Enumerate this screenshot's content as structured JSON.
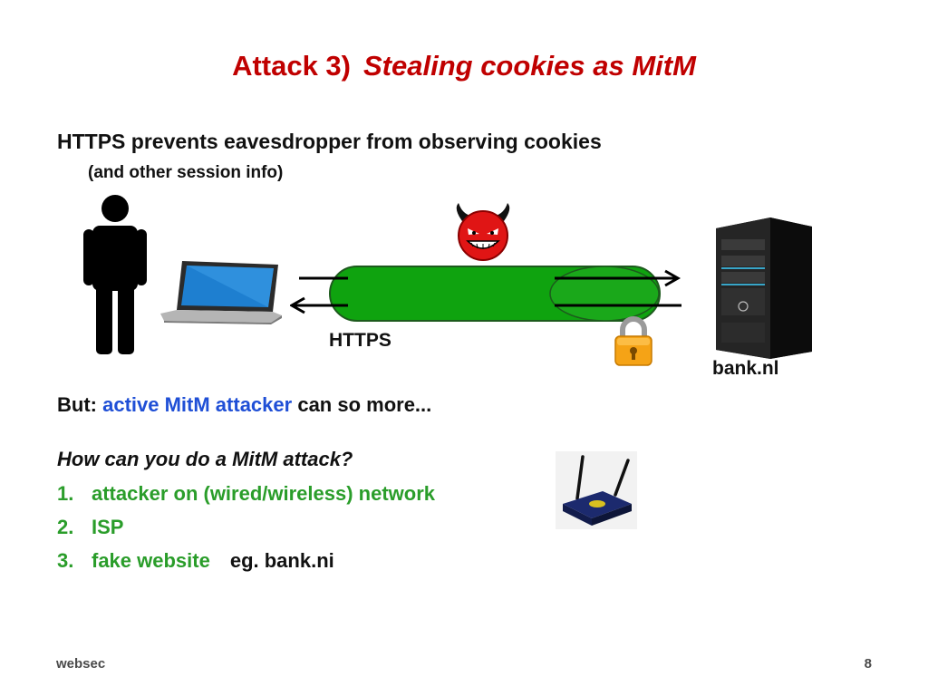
{
  "title": {
    "main": "Attack 3)",
    "sub": "Stealing cookies as MitM"
  },
  "intro": {
    "line1": "HTTPS prevents eavesdropper from observing cookies",
    "line2": "(and other session info)"
  },
  "diagram": {
    "https_label": "HTTPS",
    "server_label": "bank.nl",
    "tunnel_color": "#0fa30f",
    "icons": [
      "person-icon",
      "laptop-icon",
      "devil-icon",
      "padlock-icon",
      "server-icon"
    ]
  },
  "but_line": {
    "prefix": "But:",
    "highlight": "active MitM attacker",
    "suffix": "can so more..."
  },
  "question": "How can you do a MitM attack?",
  "steps": [
    {
      "num": "1.",
      "text": "attacker on (wired/wireless) network",
      "extra": ""
    },
    {
      "num": "2.",
      "text": "ISP",
      "extra": ""
    },
    {
      "num": "3.",
      "text": "fake website",
      "extra": "eg. bank.ni"
    }
  ],
  "footer": {
    "left": "websec",
    "page": "8"
  },
  "colors": {
    "title": "#c00000",
    "highlight": "#1f4fd6",
    "list": "#2a9d2a"
  }
}
